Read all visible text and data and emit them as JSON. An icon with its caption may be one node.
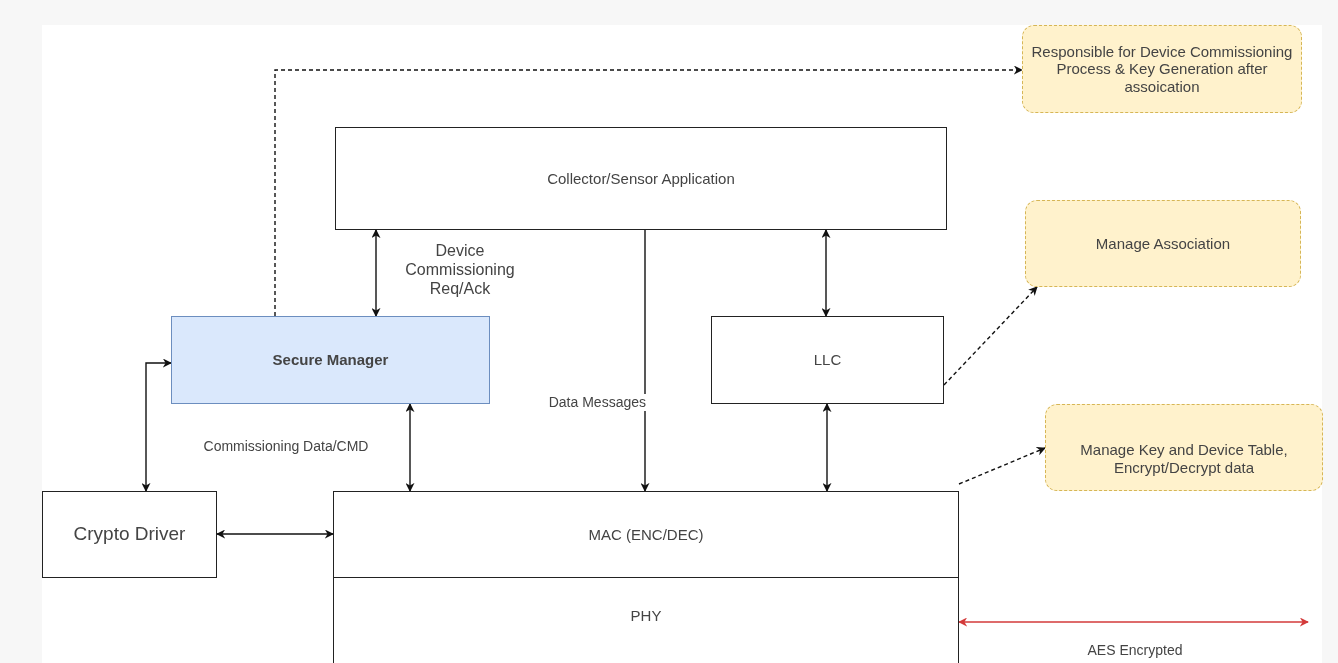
{
  "diagram": {
    "nodes": [
      {
        "text": [
          "Responsible for Device Commissioning Process & Key Generation after assoication"
        ]
      },
      {
        "text": [
          "Collector/Sensor Application"
        ]
      },
      {
        "text": [
          "Manage Association"
        ]
      },
      {
        "text": [
          "Secure Manager"
        ]
      },
      {
        "text": [
          "LLC"
        ]
      },
      {
        "text": [
          "Manage Key and Device Table, Encrypt/Decrypt data"
        ]
      },
      {
        "text": [
          "Crypto Driver"
        ]
      },
      {
        "text": [
          "MAC (ENC/DEC)"
        ]
      },
      {
        "text": [
          "PHY"
        ]
      }
    ],
    "edges": [
      {
        "from": 3,
        "to": 0,
        "arrow": "to",
        "style": "dashed"
      },
      {
        "from": 1,
        "to": 3,
        "arrow": "both",
        "label": "Device Commissioning Req/Ack"
      },
      {
        "from": 1,
        "to": 7,
        "arrow": "to",
        "label": "Data Messages"
      },
      {
        "from": 1,
        "to": 4,
        "arrow": "both"
      },
      {
        "from": 4,
        "to": 2,
        "arrow": "to",
        "style": "dashed"
      },
      {
        "from": 3,
        "to": 7,
        "arrow": "both",
        "label": "Commissioning Data/CMD"
      },
      {
        "from": 4,
        "to": 7,
        "arrow": "both"
      },
      {
        "from": 7,
        "to": 5,
        "arrow": "to",
        "style": "dashed"
      },
      {
        "from": 3,
        "to": 6,
        "arrow": "both"
      },
      {
        "from": 6,
        "to": 7,
        "arrow": "both"
      },
      {
        "from": 8,
        "to": null,
        "arrow": "both",
        "label": "AES Encrypted",
        "color": "#d33a3a"
      }
    ]
  }
}
